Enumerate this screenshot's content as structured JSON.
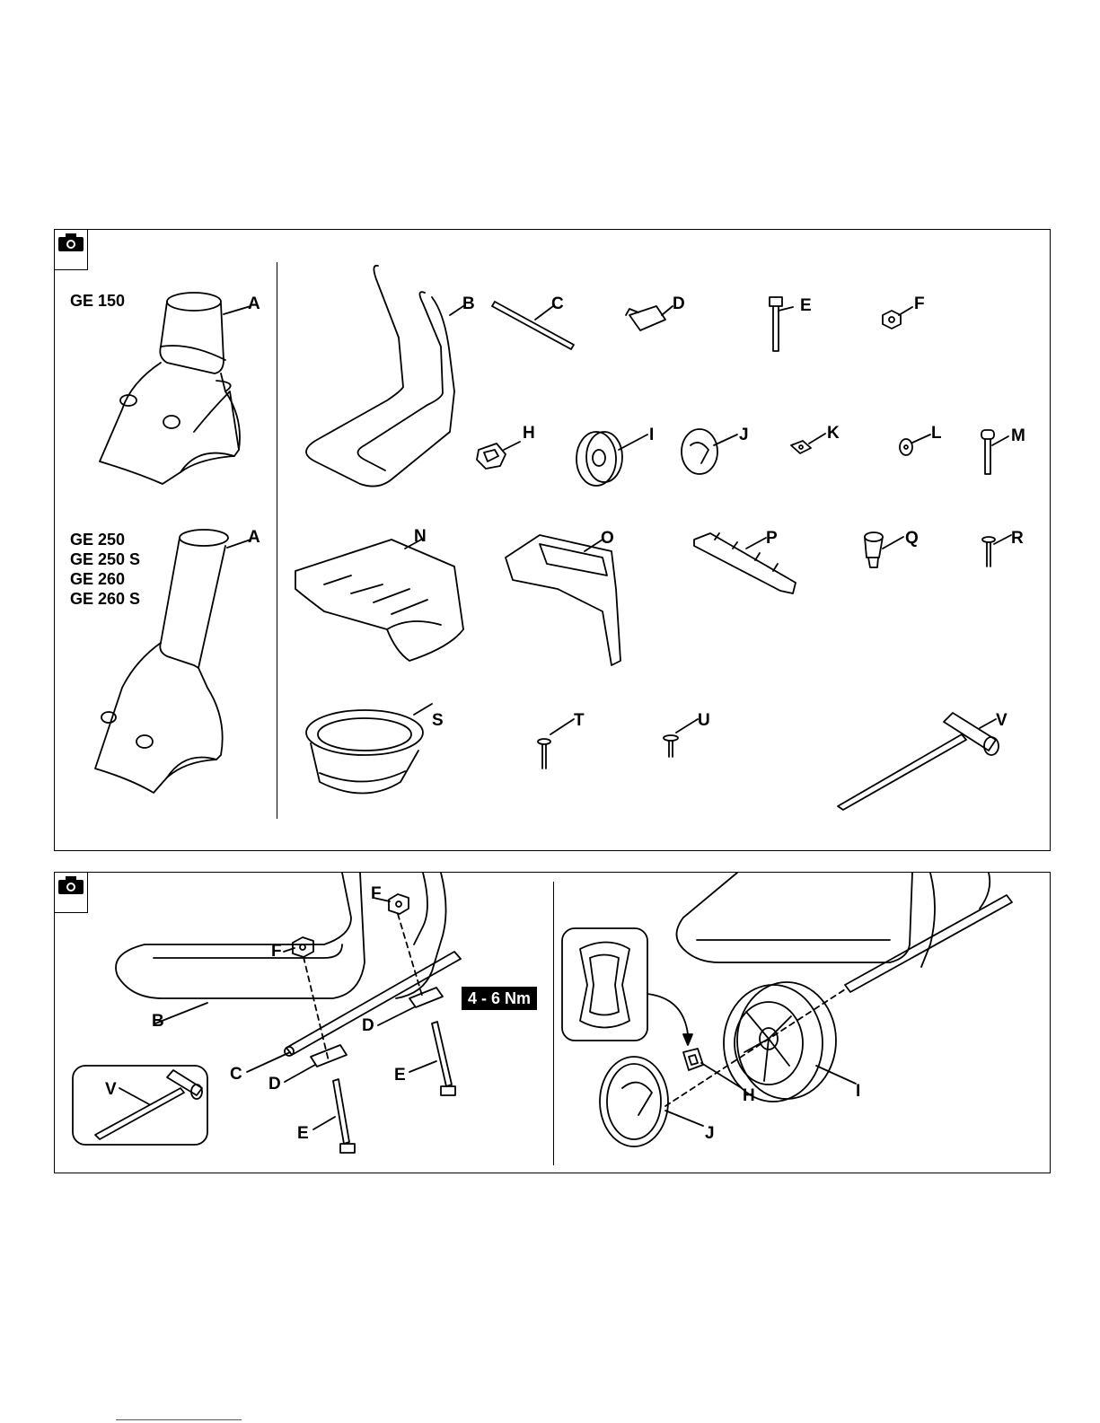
{
  "panel1": {
    "camera_icon": "camera-icon",
    "models_a1": [
      "GE 150"
    ],
    "models_a2": [
      "GE 250",
      "GE 250 S",
      "GE 260",
      "GE 260 S"
    ],
    "labels": {
      "A1": "A",
      "A2": "A",
      "B": "B",
      "C": "C",
      "D": "D",
      "E": "E",
      "F": "F",
      "H": "H",
      "I": "I",
      "J": "J",
      "K": "K",
      "L": "L",
      "M": "M",
      "N": "N",
      "O": "O",
      "P": "P",
      "Q": "Q",
      "R": "R",
      "S": "S",
      "T": "T",
      "U": "U",
      "V": "V"
    }
  },
  "panel2": {
    "camera_icon": "camera-icon",
    "torque": "4 - 6 Nm",
    "labels": {
      "F1": "F",
      "F2": "F",
      "B": "B",
      "C": "C",
      "D1": "D",
      "D2": "D",
      "E1": "E",
      "E2": "E",
      "V": "V",
      "H": "H",
      "I": "I",
      "J": "J"
    }
  }
}
